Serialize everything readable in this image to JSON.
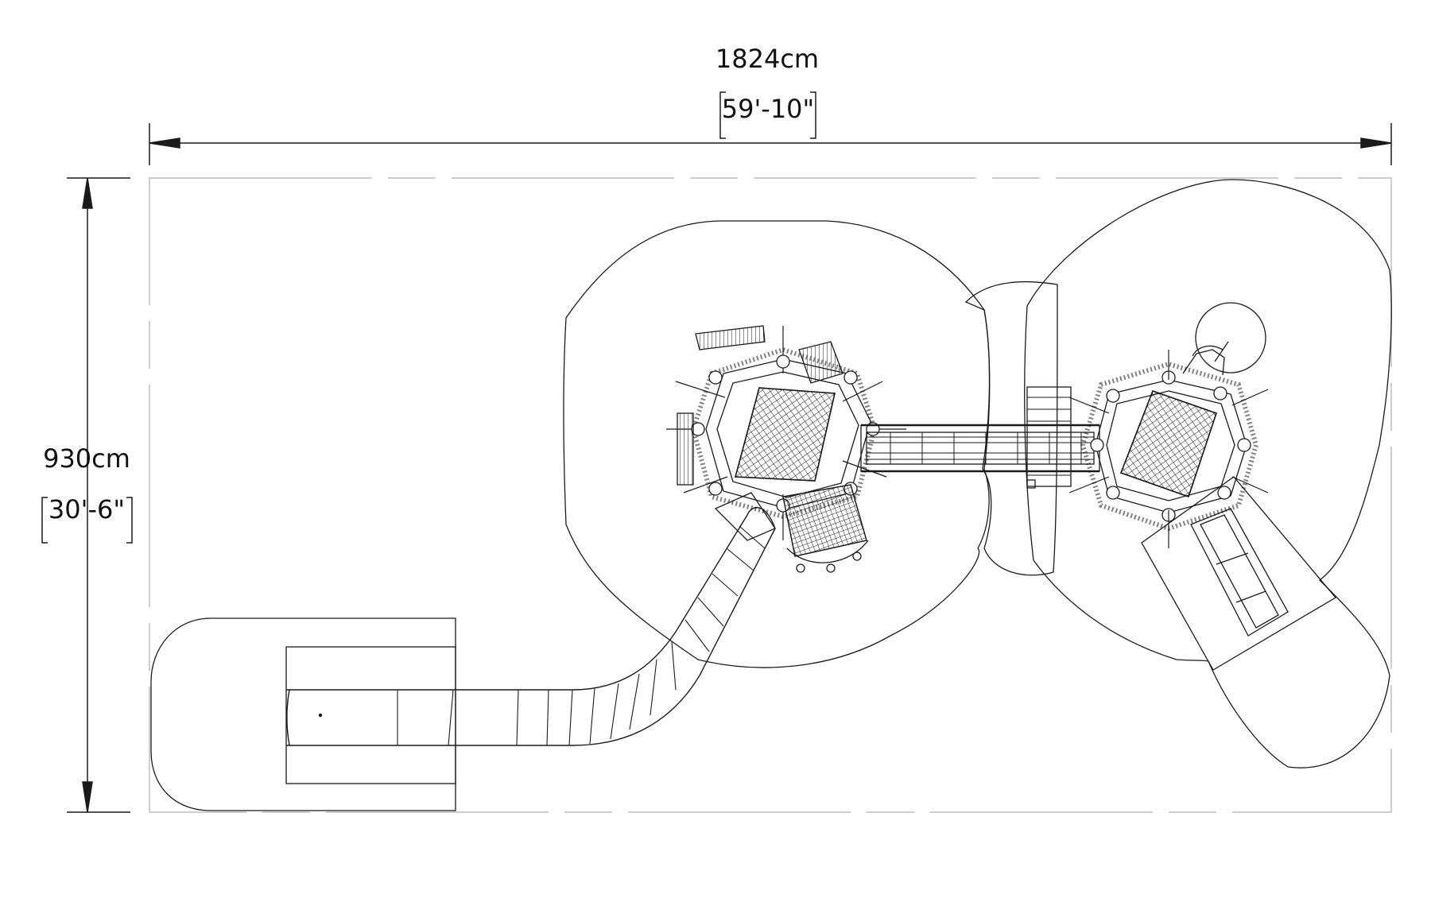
{
  "dimensions": {
    "width_metric": "1824cm",
    "width_imperial": "59'-10\"",
    "depth_metric": "930cm",
    "depth_imperial": "30'-6\""
  },
  "colors": {
    "line": "#1a1a1a",
    "boundary": "#bdbdbd",
    "background": "#ffffff"
  }
}
